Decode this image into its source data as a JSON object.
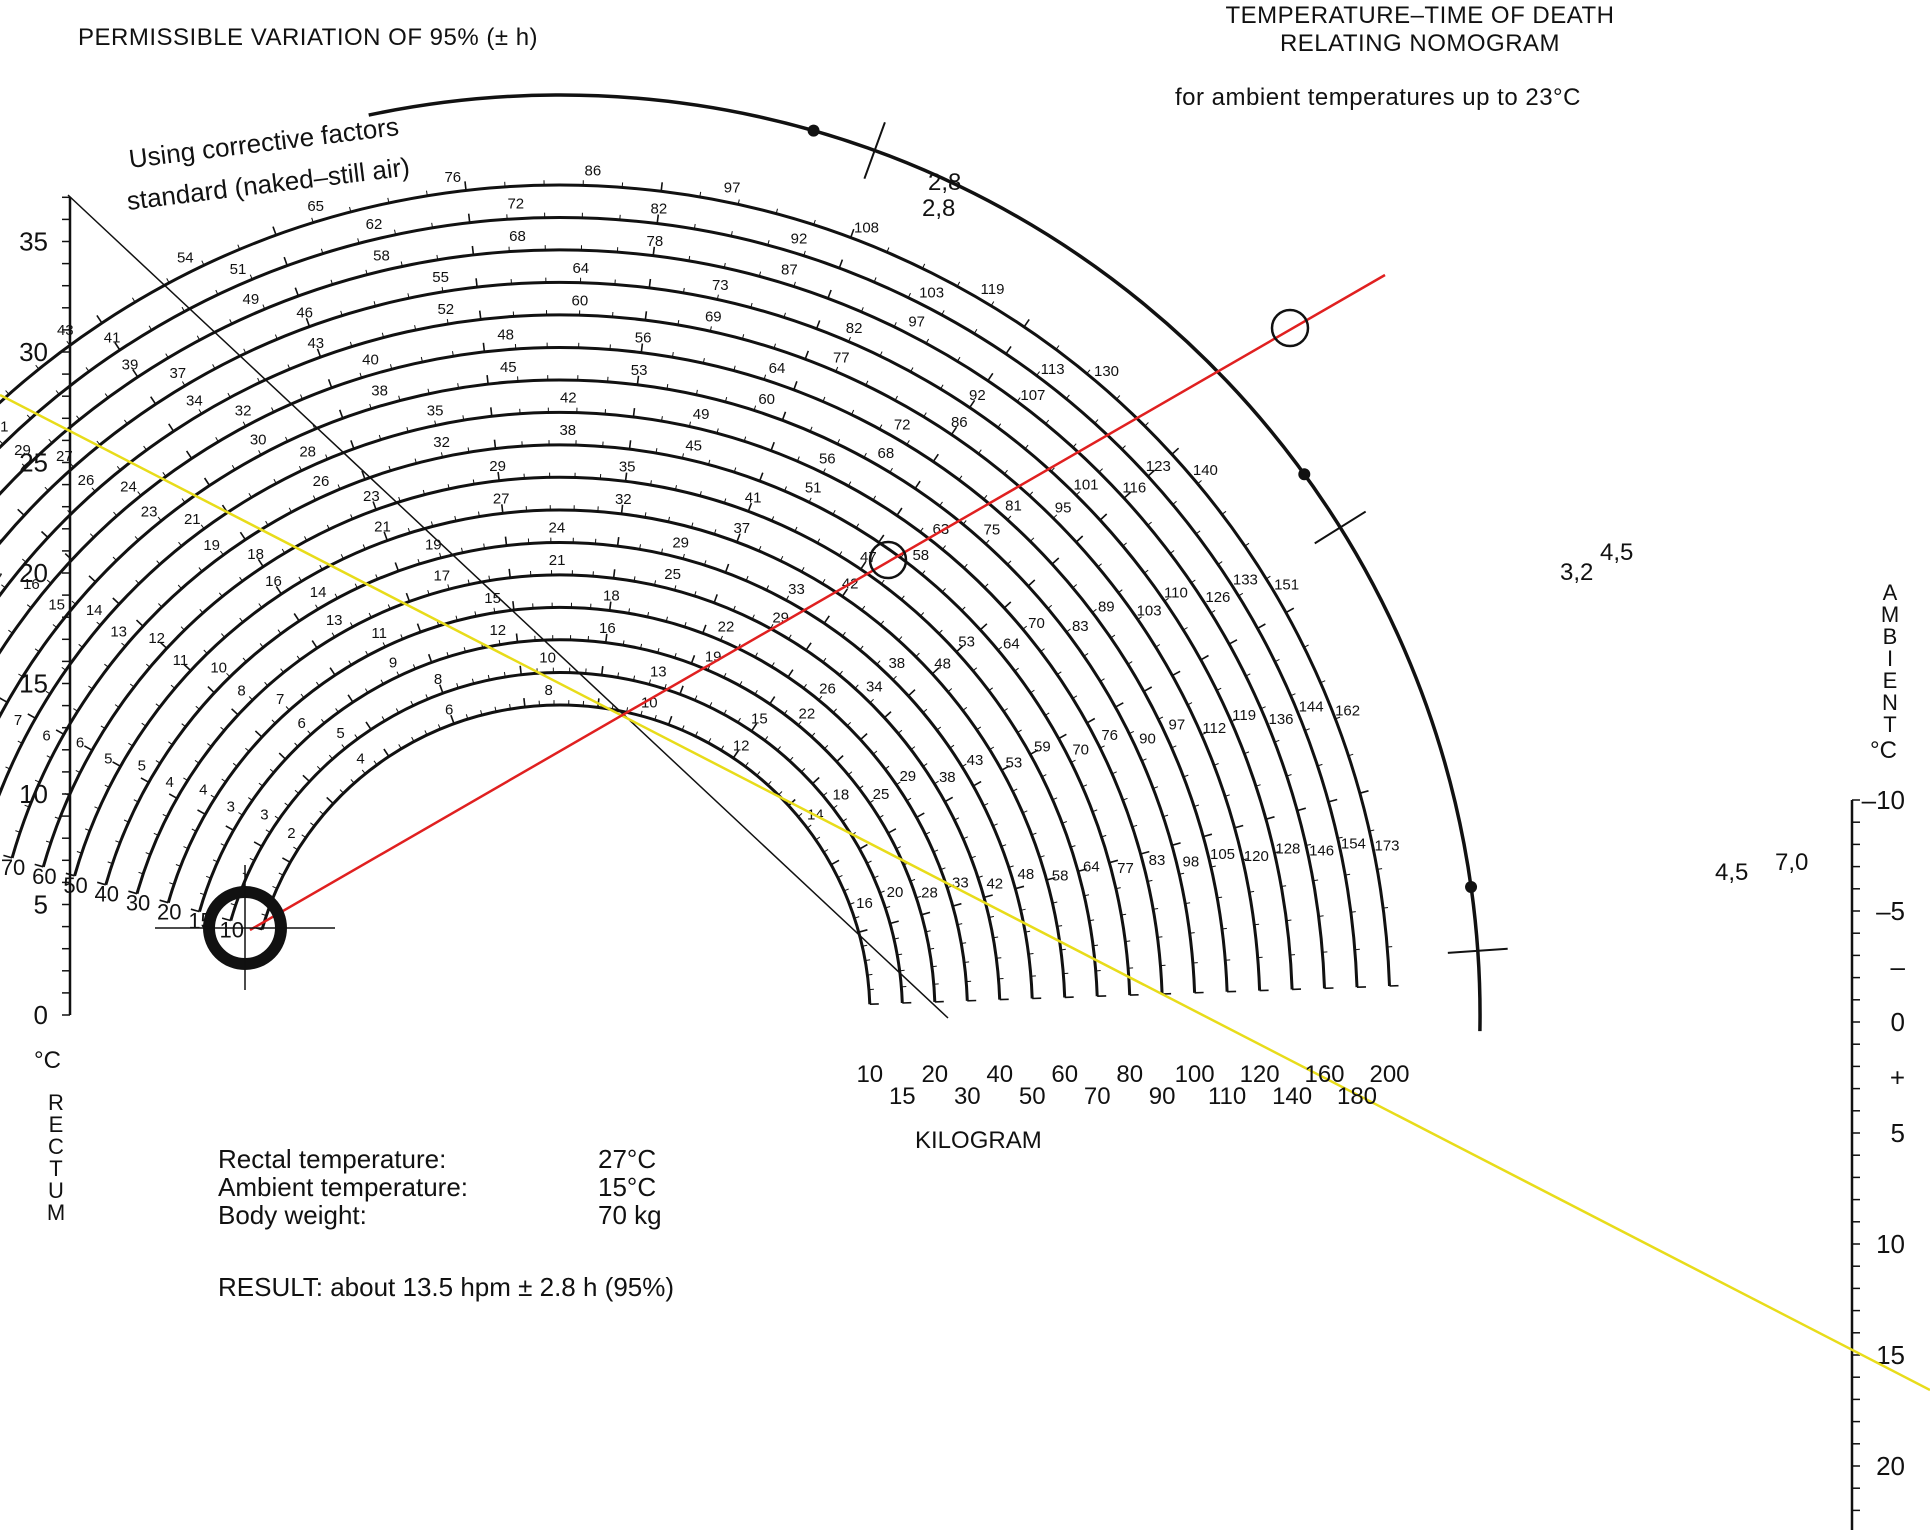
{
  "header": {
    "left": "PERMISSIBLE VARIATION OF 95% (± h)",
    "right_line1": "TEMPERATURE–TIME OF DEATH",
    "right_line2": "RELATING NOMOGRAM",
    "subtitle": "for ambient temperatures up to 23°C"
  },
  "arc_labels": {
    "corrective": "Using corrective factors",
    "standard": "standard (naked–still air)"
  },
  "variation_labels": {
    "outer_top": "2,8",
    "inner_top": "2,8",
    "outer_mid": "4,5",
    "inner_mid": "3,2",
    "outer_low": "7,0",
    "inner_low": "4,5"
  },
  "rectum_axis": {
    "ticks": [
      "0",
      "5",
      "10",
      "15",
      "20",
      "25",
      "30",
      "35"
    ],
    "unit": "°C",
    "label": "RECTUM"
  },
  "ambient_axis": {
    "label": "AMBIENT",
    "unit": "°C",
    "ticks": [
      "–10",
      "–5",
      "–",
      "0",
      "+",
      "5",
      "10",
      "15",
      "20"
    ]
  },
  "weights": [
    "10",
    "15",
    "20",
    "30",
    "40",
    "50",
    "60",
    "70",
    "80",
    "90",
    "100",
    "110",
    "120",
    "140",
    "160",
    "180",
    "200"
  ],
  "weight_axis_label": "KILOGRAM",
  "top_labels": [
    "10",
    "15",
    "20",
    "30",
    "40",
    "50",
    "60",
    "70",
    "80",
    "90",
    "100",
    "110",
    "120",
    "140",
    "160",
    "180",
    "200"
  ],
  "example": {
    "rows": [
      {
        "label": "Rectal temperature:",
        "value": "27°C"
      },
      {
        "label": "Ambient temperature:",
        "value": "15°C"
      },
      {
        "label": "Body weight:",
        "value": "70 kg"
      }
    ],
    "result": "RESULT: about 13.5 hpm ± 2.8 h (95%)"
  },
  "colors": {
    "red_line": "#e02020",
    "yellow_line": "#e8dc1a",
    "ink": "#111111"
  }
}
